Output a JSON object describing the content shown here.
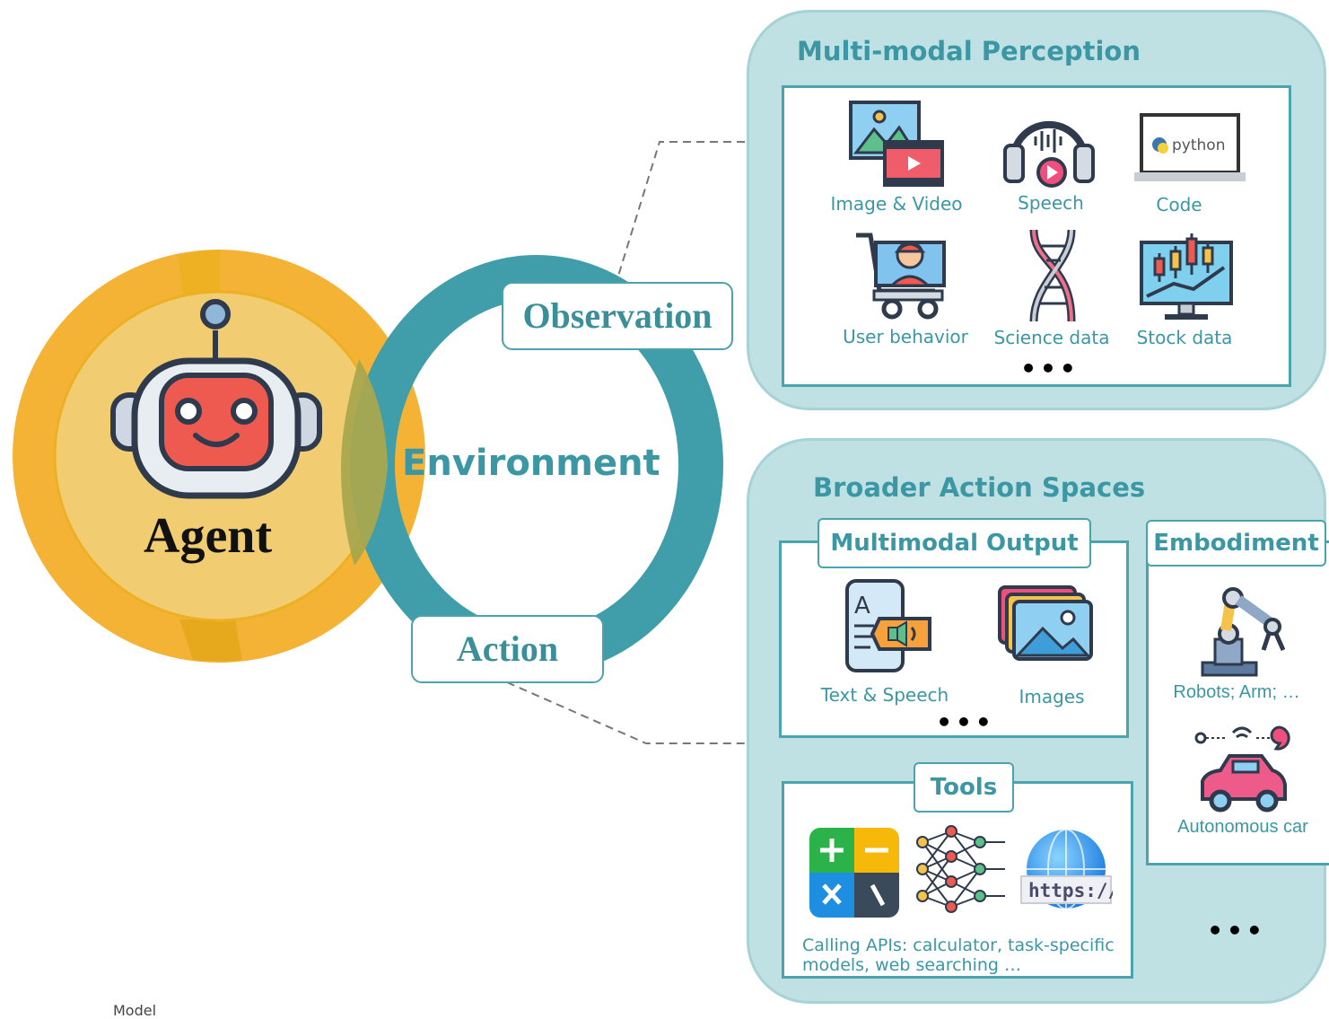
{
  "agent": {
    "label": "Agent"
  },
  "environment": {
    "label": "Environment"
  },
  "observation": {
    "label": "Observation"
  },
  "action": {
    "label": "Action"
  },
  "perception": {
    "title": "Multi-modal Perception",
    "items": [
      {
        "label": "Image & Video",
        "icon": "image-video-icon"
      },
      {
        "label": "Speech",
        "icon": "headphones-icon"
      },
      {
        "label": "Code",
        "icon": "laptop-python-icon",
        "screen_text": "python"
      },
      {
        "label": "User behavior",
        "icon": "shopping-cart-user-icon"
      },
      {
        "label": "Science data",
        "icon": "dna-icon"
      },
      {
        "label": "Stock data",
        "icon": "stock-chart-icon"
      }
    ],
    "more": "•••"
  },
  "action_spaces": {
    "title": "Broader Action Spaces",
    "multimodal_output": {
      "title": "Multimodal Output",
      "items": [
        {
          "label": "Text & Speech",
          "icon": "text-speech-icon"
        },
        {
          "label": "Images",
          "icon": "images-icon"
        }
      ],
      "more": "•••"
    },
    "embodiment": {
      "title": "Embodiment",
      "items": [
        {
          "label": "Robots; Arm; …",
          "icon": "robot-arm-icon"
        },
        {
          "label": "Autonomous car",
          "icon": "autonomous-car-icon"
        }
      ],
      "more": "•••"
    },
    "tools": {
      "title": "Tools",
      "description": "Calling APIs: calculator, task-specific models, web searching …",
      "icons": [
        "calculator-icon",
        "neural-network-icon",
        "web-globe-icon"
      ],
      "url_text": "https://"
    }
  },
  "footnote": "Model",
  "colors": {
    "teal": "#3a97a3",
    "panel": "#bfe1e4",
    "orange": "#f5b335",
    "robot_face": "#ee5a4f"
  }
}
